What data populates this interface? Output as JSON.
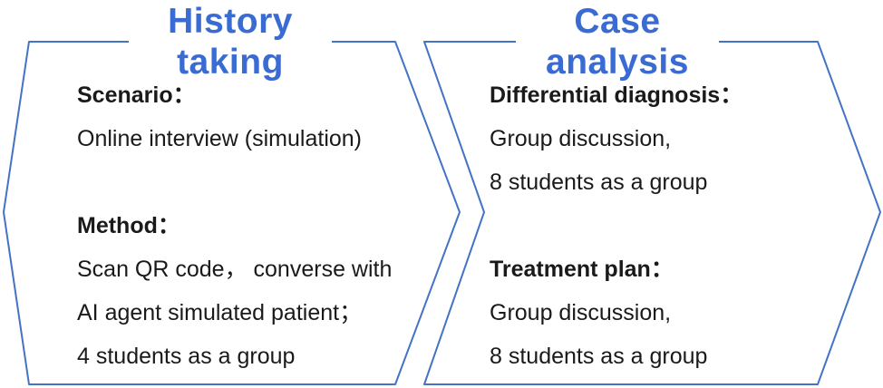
{
  "colors": {
    "shape_border": "#4472C4",
    "title_text": "#3A6BD3",
    "body_text": "#1A1A1A",
    "background": "#FFFFFF"
  },
  "panels": [
    {
      "title": "History taking",
      "sections": [
        {
          "label": "Scenario：",
          "lines": [
            "Online interview (simulation)"
          ]
        },
        {
          "label": "Method：",
          "lines": [
            "Scan QR code， converse with",
            "AI agent simulated patient；",
            "4 students as a group"
          ]
        }
      ]
    },
    {
      "title": "Case analysis",
      "sections": [
        {
          "label": "Differential diagnosis：",
          "lines": [
            "Group discussion,",
            "8 students as a group"
          ]
        },
        {
          "label": "Treatment plan：",
          "lines": [
            "Group discussion,",
            "8 students as a group"
          ]
        }
      ]
    }
  ]
}
